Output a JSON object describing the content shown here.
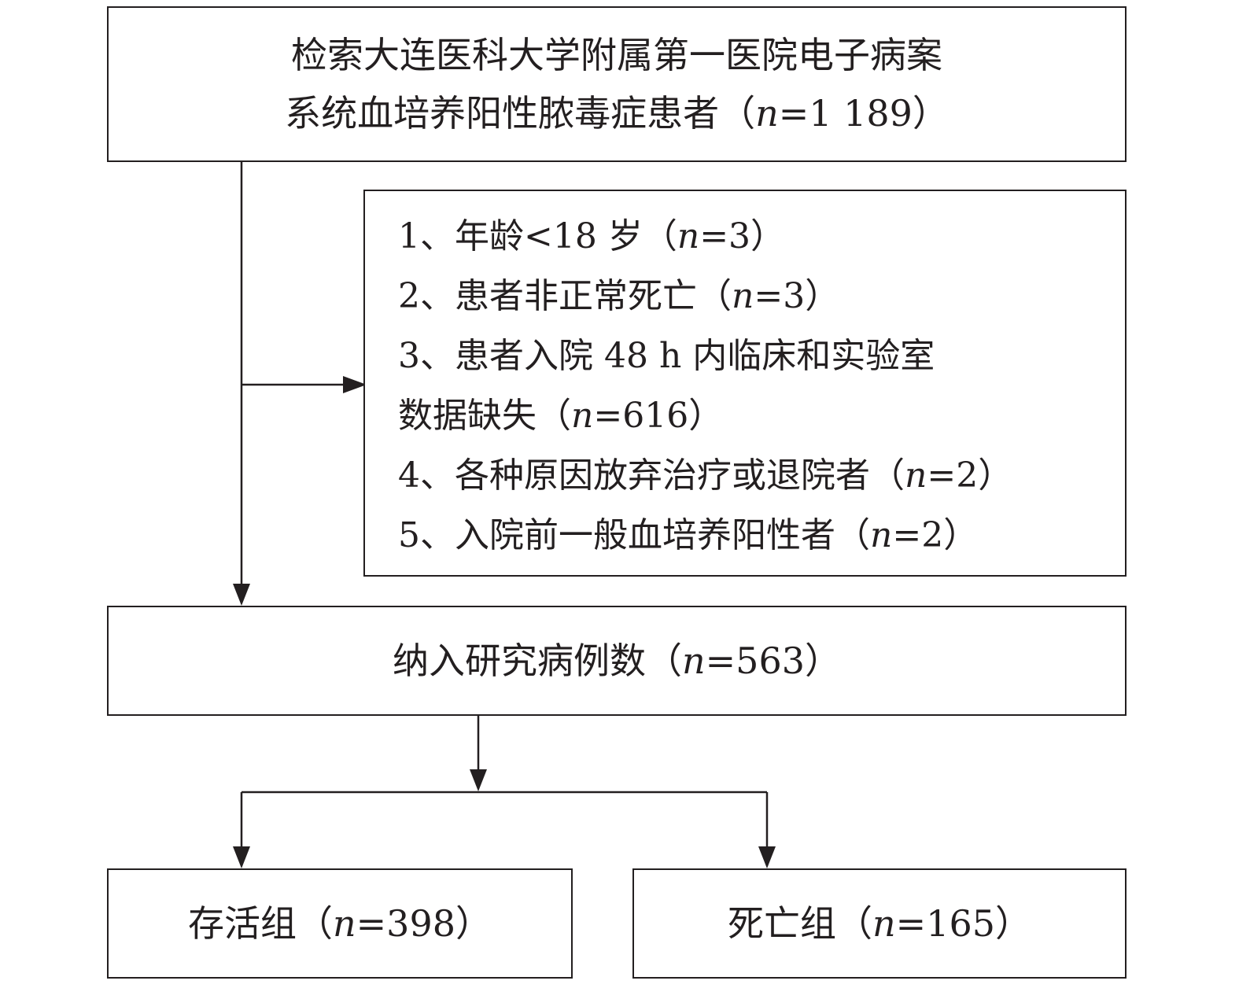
{
  "top_box": {
    "line1": "检索大连医科大学附属第一医院电子病案",
    "line2_pre": "系统血培养阳性脓毒症患者（",
    "n_symbol": "n",
    "line2_post": "=1 189）"
  },
  "exclusion_box": {
    "items": [
      {
        "pre": "1、年龄<18 岁（",
        "n": "n",
        "post": "=3）"
      },
      {
        "pre": "2、患者非正常死亡（",
        "n": "n",
        "post": "=3）"
      },
      {
        "text": "3、患者入院 48 h 内临床和实验室"
      },
      {
        "pre": "数据缺失（",
        "n": "n",
        "post": "=616）"
      },
      {
        "pre": "4、各种原因放弃治疗或退院者（",
        "n": "n",
        "post": "=2）"
      },
      {
        "pre": "5、入院前一般血培养阳性者（",
        "n": "n",
        "post": "=2）"
      }
    ]
  },
  "included_box": {
    "pre": "纳入研究病例数（",
    "n": "n",
    "post": "=563）"
  },
  "survival_box": {
    "pre": "存活组（",
    "n": "n",
    "post": "=398）"
  },
  "death_box": {
    "pre": "死亡组（",
    "n": "n",
    "post": "=165）"
  },
  "colors": {
    "stroke": "#231f20",
    "text": "#231f20",
    "background": "#ffffff"
  }
}
